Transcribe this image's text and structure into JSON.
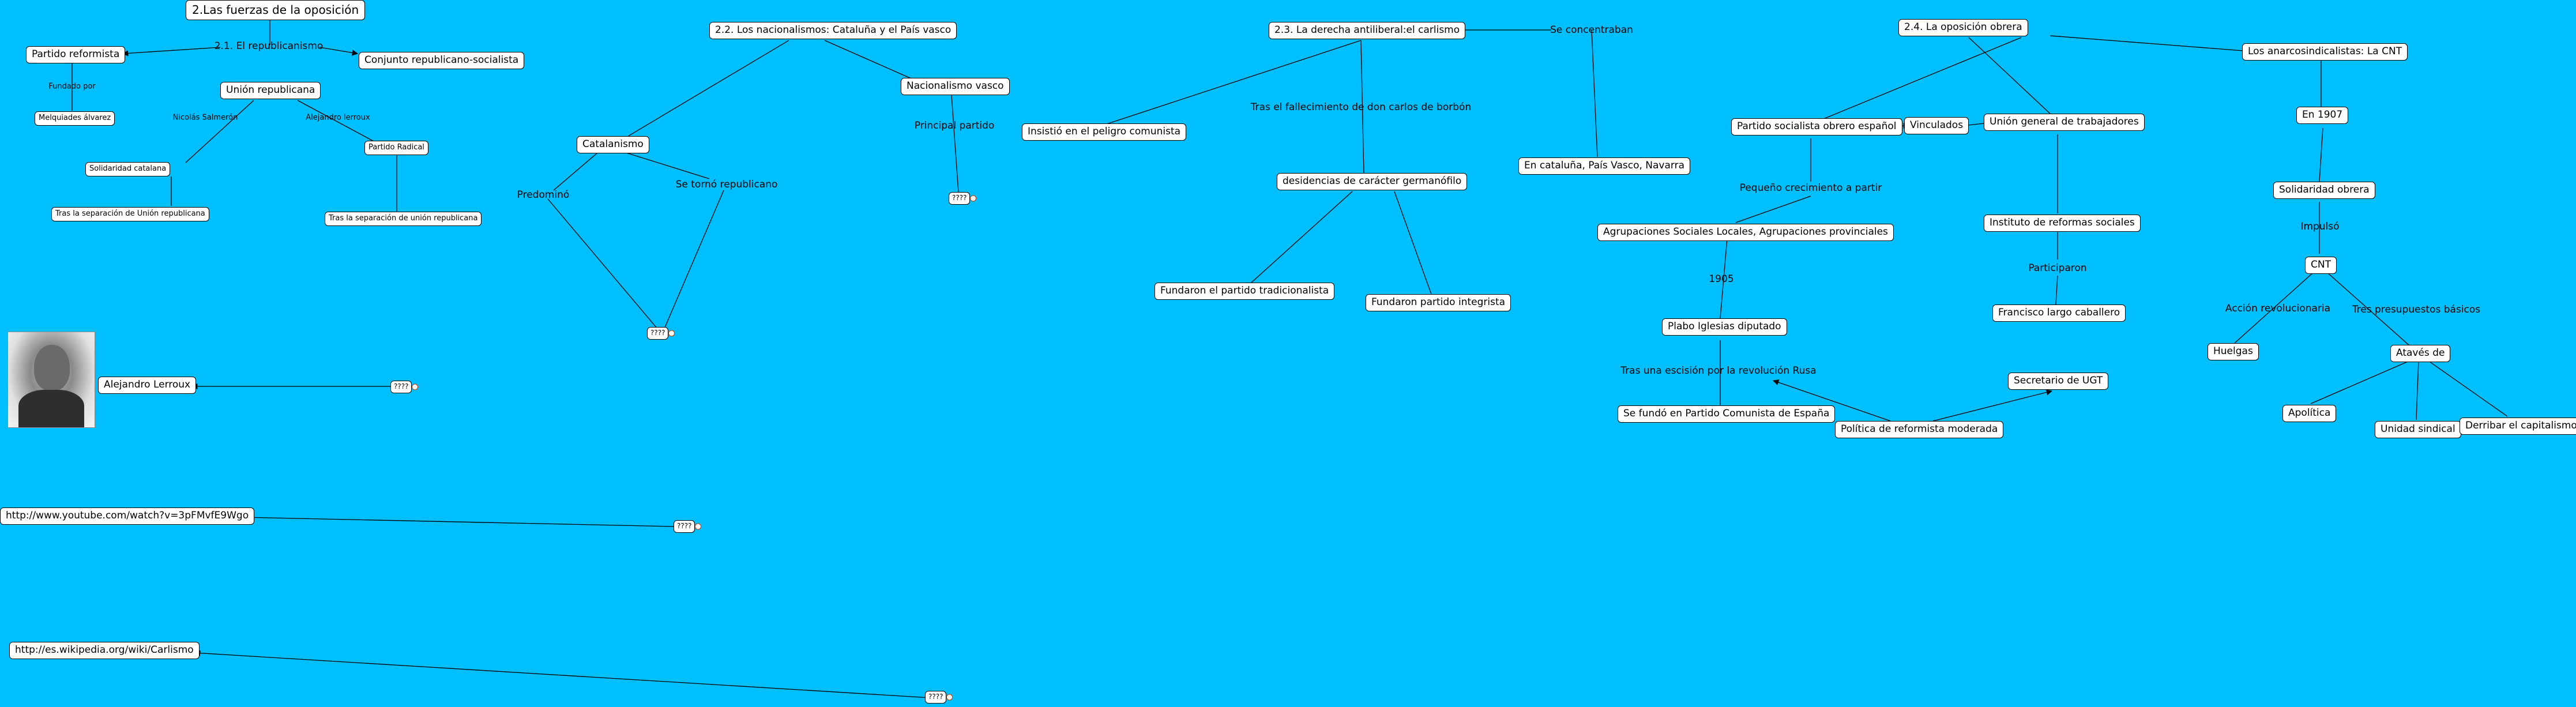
{
  "map": {
    "background": "#00BFFF",
    "nodes": {
      "fuerzas_oposicion": "2.Las fuerzas de la oposición",
      "partido_reformista": "Partido reformista",
      "union_republicana": "Unión republicana",
      "conjunto_rep_soc": "Conjunto republicano-socialista",
      "melquiades": "Melquiades álvarez",
      "solidaridad_catalana": "Solidaridad catalana",
      "partido_radical": "Partido Radical",
      "tras_sep_1": "Tras la separación de Unión republicana",
      "tras_sep_2": "Tras la separación de unión republicana",
      "nacionalismos": "2.2. Los nacionalismos: Cataluña y el País vasco",
      "nacionalismo_vasco": "Nacionalismo vasco",
      "catalanismo": "Catalanismo",
      "q_vasco": "????",
      "q_catalan": "????",
      "alejandro_lerroux": "Alejandro Lerroux",
      "q_lerroux": "????",
      "youtube": "http://www.youtube.com/watch?v=3pFMvfE9Wgo",
      "q_youtube": "????",
      "wikipedia": "http://es.wikipedia.org/wiki/Carlismo",
      "q_wiki": "????",
      "derecha": "2.3. La derecha antiliberal:el carlismo",
      "insistio": "Insistió en el peligro comunista",
      "desidencias": "desidencias de carácter germanófilo",
      "cataluna_pais_vasco": "En cataluña, País Vasco, Navarra",
      "fundaron_tradicionalista": "Fundaron el partido tradicionalista",
      "fundaron_integrista": "Fundaron partido integrista",
      "oposicion_obrera": "2.4. La oposición obrera",
      "psoe": "Partido socialista obrero español",
      "vinculados": "Vinculados",
      "ugt": "Unión general de trabajadores",
      "anarcosindicalistas": "Los anarcosindicalistas: La CNT",
      "agrupaciones": "Agrupaciones Sociales Locales, Agrupaciones provinciales",
      "instituto": "Instituto de reformas sociales",
      "plabo": "Plabo Iglesias diputado",
      "largo_caballero": "Francisco largo caballero",
      "pce": "Se fundó en Partido Comunista de España",
      "secretario_ugt": "Secretario de UGT",
      "politica_reformista": "Política de reformista moderada",
      "en_1907": "En 1907",
      "solidaridad_obrera": "Solidaridad obrera",
      "cnt": "CNT",
      "huelgas": "Huelgas",
      "atraves_de": "Atavés de",
      "apolitica": "Apolítica",
      "unidad_sindical": "Unidad sindical",
      "derribar": "Derribar el capitalismo"
    },
    "phrases": {
      "republicanismo": "2.1. El republicanismo",
      "fundado_por": "Fundado por",
      "nicolas": "Nicolás Salmerón",
      "alejandro_lerroux": "Alejandro lerroux",
      "principal_partido": "Principal partido",
      "predomino": "Predominó",
      "se_torno": "Se tornó republicano",
      "se_concentraban": "Se concentraban",
      "tras_fallecimiento": "Tras el fallecimiento de don carlos de borbón",
      "pequeno_crecimiento": "Pequeño crecimiento a partir",
      "anio_1905": "1905",
      "tras_escision": "Tras una escisión por la revolución Rusa",
      "participaron": "Participaron",
      "impulso": "Impulsó",
      "accion_revolucionaria": "Acción revolucionaria",
      "tres_presupuestos": "Tres presupuestos básicos"
    }
  }
}
